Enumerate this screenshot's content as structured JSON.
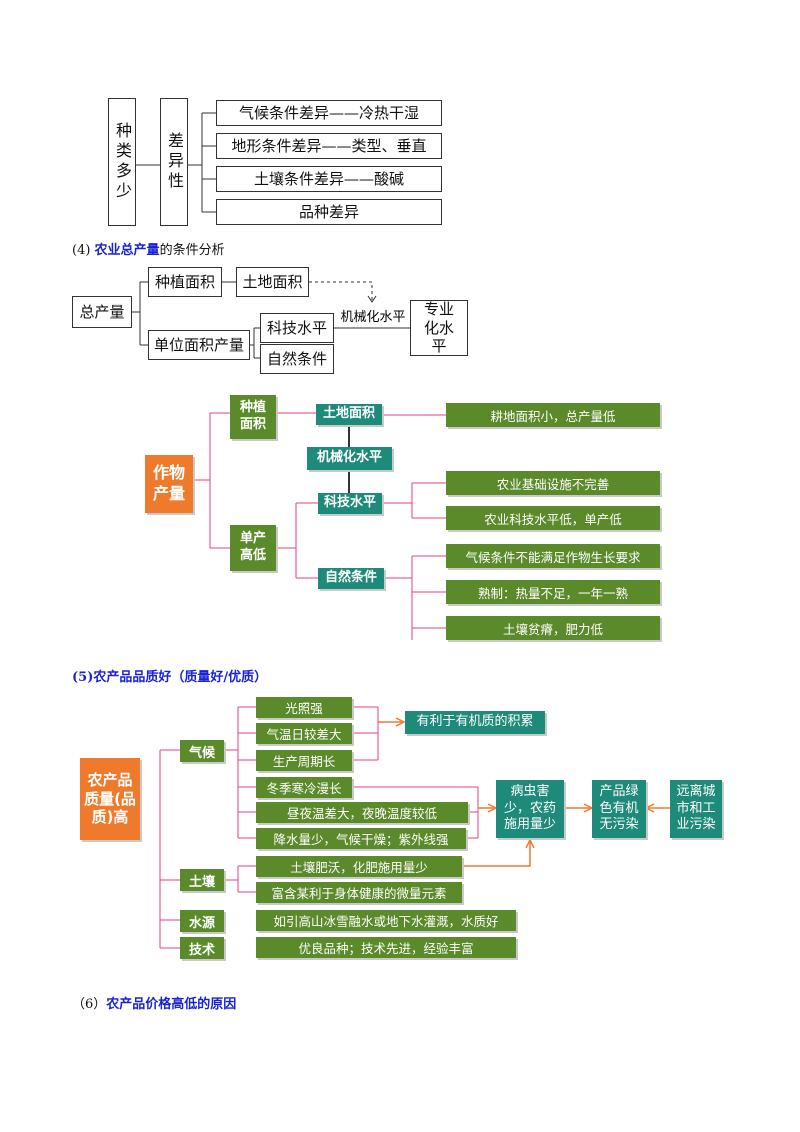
{
  "section_variety": {
    "root": "种类多少",
    "branch": "差异性",
    "items": [
      "气候条件差异——冷热干湿",
      "地形条件差异——类型、垂直",
      "土壤条件差异——酸碱",
      "品种差异"
    ]
  },
  "heading4": {
    "prefix": "(4) ",
    "highlight": "农业总产量",
    "suffix": "的条件分析"
  },
  "diagram4": {
    "root": "总产量",
    "plant_area": "种植面积",
    "land_area": "土地面积",
    "mechanization": "机械化水平",
    "specialization": "专业化水平",
    "unit_yield": "单位面积产量",
    "tech": "科技水平",
    "nature": "自然条件"
  },
  "diagram_crop": {
    "root": "作物产量",
    "plant_area": "种植面积",
    "unit_low": "单产高低",
    "land_area": "土地面积",
    "mechanization": "机械化水平",
    "tech": "科技水平",
    "nature": "自然条件",
    "result_land": "耕地面积小，总产量低",
    "tech_items": [
      "农业基础设施不完善",
      "农业科技水平低，单产低"
    ],
    "nature_items": [
      "气候条件不能满足作物生长要求",
      "熟制：热量不足，一年一熟",
      "土壤贫瘠，肥力低"
    ]
  },
  "heading5": {
    "text": "(5)农产品品质好（质量好/优质）"
  },
  "diagram_quality": {
    "root": "农产品质量(品质)高",
    "climate": "气候",
    "soil": "土壤",
    "water": "水源",
    "tech": "技术",
    "climate_items": [
      "光照强",
      "气温日较差大",
      "生产周期长",
      "冬季寒冷漫长",
      "昼夜温差大，夜晚温度较低",
      "降水量少，气候干燥；紫外线强"
    ],
    "accumulate": "有利于有机质的积累",
    "pest": "病虫害少，农药施用量少",
    "green": "产品绿色有机无污染",
    "far": "远离城市和工业污染",
    "soil_items": [
      "土壤肥沃，化肥施用量少",
      "富含某利于身体健康的微量元素"
    ],
    "water_item": "如引高山冰雪融水或地下水灌溉，水质好",
    "tech_item": "优良品种；技术先进，经验丰富"
  },
  "heading6": {
    "prefix": "（6）",
    "highlight": "农产品价格高低的原因"
  },
  "colors": {
    "green": "#5a8a2a",
    "teal": "#1e8a79",
    "orange": "#ef7a2c",
    "pink": "#e83e8c",
    "blue": "#1a22d6"
  }
}
